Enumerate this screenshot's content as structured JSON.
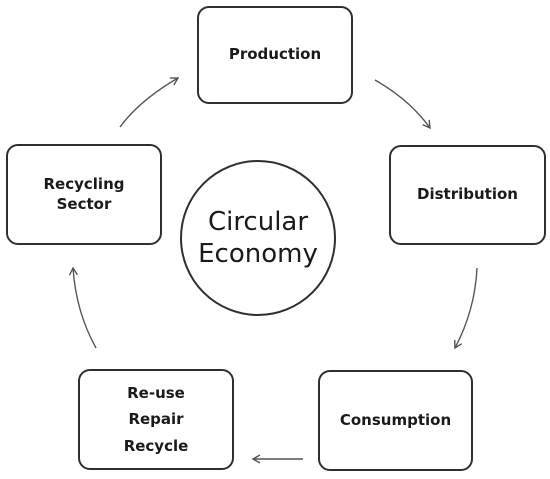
{
  "center": {
    "line1": "Circular",
    "line2": "Economy"
  },
  "nodes": {
    "production": "Production",
    "distribution": "Distribution",
    "consumption": "Consumption",
    "reuse": {
      "line1": "Re-use",
      "line2": "Repair",
      "line3": "Recycle"
    },
    "recycling_sector": {
      "line1": "Recycling",
      "line2": "Sector"
    }
  },
  "colors": {
    "stroke": "#2f2f2f",
    "arrow": "#555555",
    "background": "#ffffff"
  }
}
